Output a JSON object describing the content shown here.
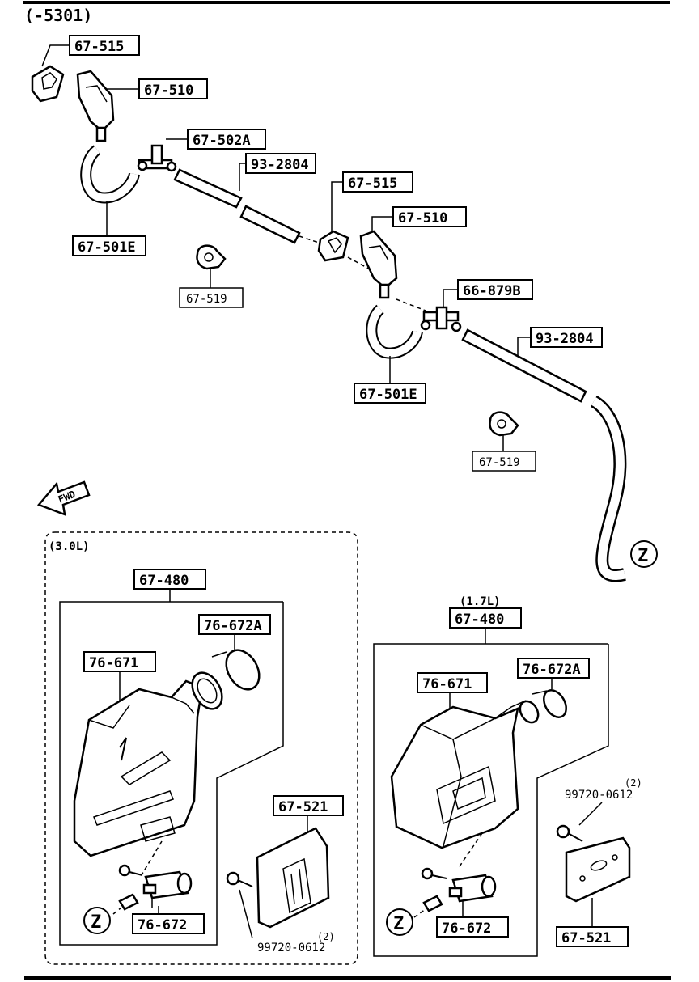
{
  "header": {
    "range": "(-5301)"
  },
  "fwd_label": "FWD",
  "connector": {
    "symbol": "Z"
  },
  "groups": {
    "g30": {
      "label": "(3.0L)"
    },
    "g17": {
      "label": "(1.7L)"
    }
  },
  "labels": {
    "p67_515": "67-515",
    "p67_510": "67-510",
    "p67_502A": "67-502A",
    "p93_2804": "93-2804",
    "p67_501E": "67-501E",
    "p67_519": "67-519",
    "p66_879B": "66-879B",
    "p67_480": "67-480",
    "p76_672A": "76-672A",
    "p76_671": "76-671",
    "p67_521": "67-521",
    "p76_672": "76-672",
    "p99720_0612": "99720-0612",
    "qty2": "(2)"
  }
}
